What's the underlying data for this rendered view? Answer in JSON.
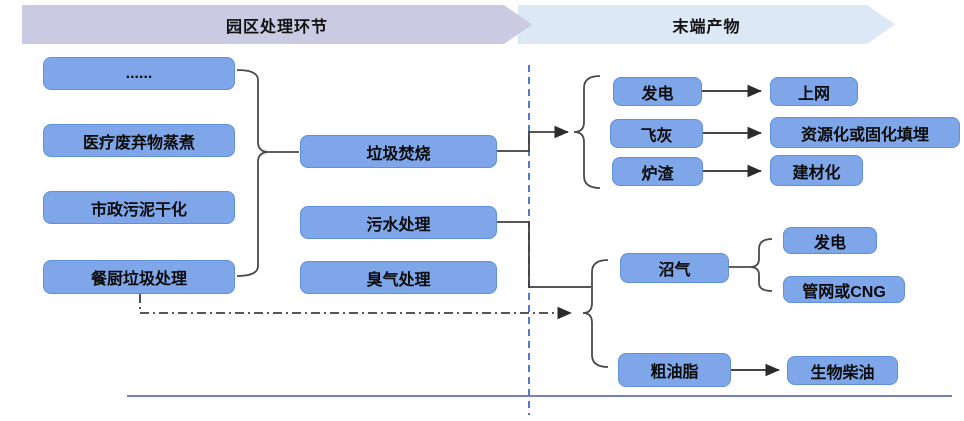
{
  "header": {
    "left_banner": "园区处理环节",
    "right_banner": "末端产物"
  },
  "sources": [
    {
      "label": "......"
    },
    {
      "label": "医疗废弃物蒸煮"
    },
    {
      "label": "市政污泥干化"
    },
    {
      "label": "餐厨垃圾处理"
    }
  ],
  "processes": [
    {
      "label": "垃圾焚烧"
    },
    {
      "label": "污水处理"
    },
    {
      "label": "臭气处理"
    }
  ],
  "incineration_outputs": [
    {
      "product": "发电",
      "destination": "上网"
    },
    {
      "product": "飞灰",
      "destination": "资源化或固化填埋"
    },
    {
      "product": "炉渣",
      "destination": "建材化"
    }
  ],
  "digestion": {
    "biogas": {
      "label": "沼气",
      "destinations": [
        {
          "label": "发电"
        },
        {
          "label": "管网或CNG"
        }
      ]
    },
    "grease": {
      "label": "粗油脂",
      "destination": "生物柴油"
    }
  },
  "colors": {
    "node_fill": "#7EA6E8",
    "node_border": "#5F90DC",
    "banner_left_fill": "#CBCAE3",
    "banner_right_fill": "#DCE8F5",
    "divider_dashed": "#5577CE",
    "connector": "#404040",
    "baseline": "#7381BF"
  }
}
